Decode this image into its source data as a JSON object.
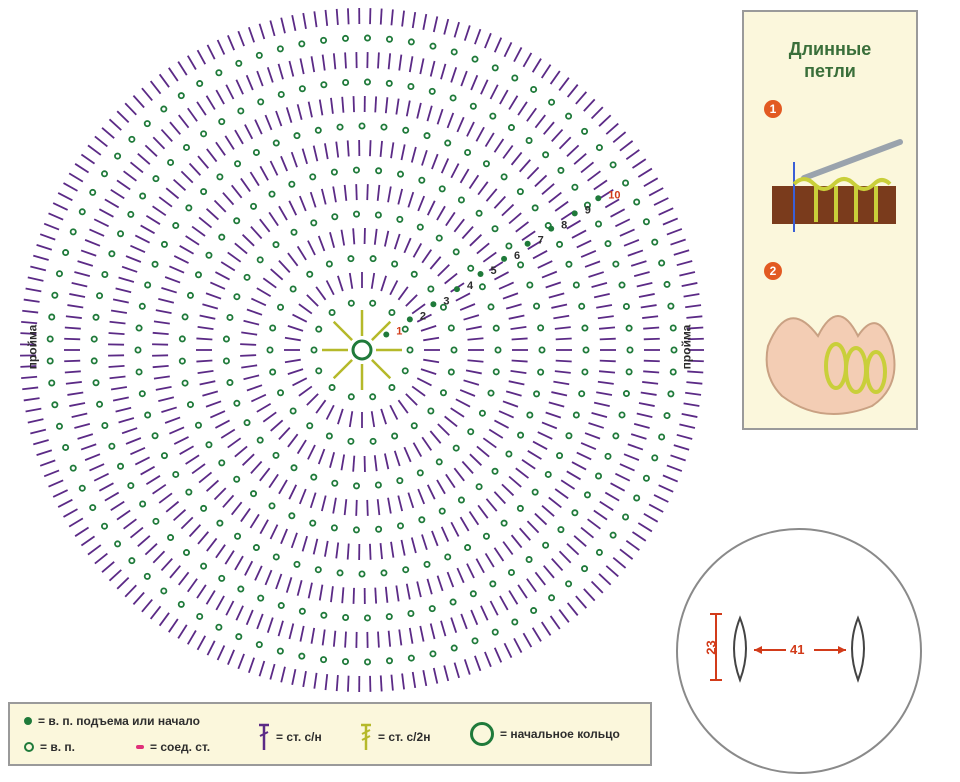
{
  "diagram": {
    "row_numbers": [
      "1",
      "2",
      "3",
      "4",
      "5",
      "6",
      "7",
      "8",
      "9",
      "10"
    ],
    "armhole_label": "пройма"
  },
  "panel": {
    "title_line1": "Длинные",
    "title_line2": "петли",
    "steps": [
      "1",
      "2"
    ]
  },
  "legend": {
    "chain_lift": "= в. п. подъема или начало",
    "chain": "= в. п.",
    "slip_stitch": "= соед. ст.",
    "double_crochet": "= ст. с/н",
    "half_double_crochet": "= ст. с/2н",
    "magic_ring": "= начальное кольцо"
  },
  "pattern": {
    "dim_height": "23",
    "dim_width": "41"
  },
  "colors": {
    "green": "#1f7a3a",
    "purple": "#5b2a86",
    "yellow_green": "#b5b92a",
    "pink": "#e0307a",
    "red": "#d23b1a"
  }
}
